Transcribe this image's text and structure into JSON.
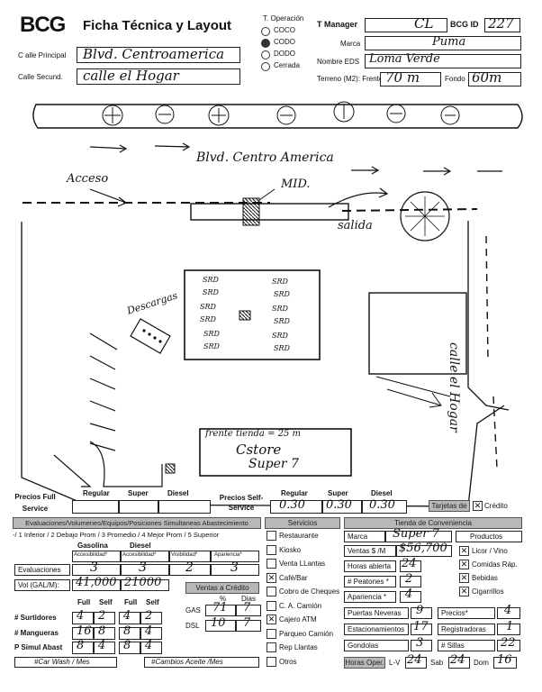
{
  "header": {
    "logo": "BCG",
    "title": "Ficha Técnica y Layout",
    "calle_principal_label": "C alle Principal",
    "calle_principal_value": "Blvd. Centroamerica",
    "calle_secund_label": "Calle Secund.",
    "calle_secund_value": "calle el Hogar",
    "t_operacion_label": "T. Operación",
    "operacion_options": [
      "COCO",
      "CODO",
      "DODO",
      "Cerrada"
    ],
    "t_manager_label": "T Manager",
    "t_manager_value": "CL",
    "bcg_id_label": "BCG ID",
    "bcg_id_value": "227",
    "marca_label": "Marca",
    "marca_value": "Puma",
    "nombre_eds_label": "Nombre EDS",
    "nombre_eds_value": "Loma Verde",
    "terreno_label": "Terreno (M2): Frente",
    "frente_value": "70 m",
    "fondo_label": "Fondo",
    "fondo_value": "60m"
  },
  "layout": {
    "street_top": "Blvd. Centro America",
    "acceso": "Acceso",
    "mid": "MID.",
    "salida": "salida",
    "descargas": "Descargas",
    "srd": "SRD",
    "frente_tienda": "frente tienda = 25 m",
    "cstore": "Cstore",
    "super7": "Super 7",
    "street_right": "calle el Hogar"
  },
  "precios": {
    "full_label": "Precios Full Service",
    "self_label": "Precios Self-Service",
    "headers": [
      "Regular",
      "Super",
      "Diesel"
    ],
    "self_values": [
      "0.30",
      "0.30",
      "0.30"
    ],
    "tarjetas_label": "Tarjetas de",
    "credito_label": "Crédito"
  },
  "evaluaciones": {
    "section_title": "Evaluaciones/Volumenes/Equipos/Posiciones Simultaneas Abastecimiento",
    "scale": "-/ 1 Inferior / 2 Debajo Prom / 3 Promedio / 4 Mejor Prom / 5 Superior",
    "gasolina": "Gasolina",
    "diesel": "Diesel",
    "col_headers": [
      "Accesibilidad*",
      "Accesibilidad*",
      "Visibilidad*",
      "Apariencia*"
    ],
    "evaluaciones_label": "Evaluaciones",
    "eval_values": [
      "3",
      "3",
      "2",
      "3"
    ],
    "vol_label": "Vol (GAL/M):",
    "vol_values": [
      "41,000",
      "21000"
    ],
    "ventas_credito": "Ventas a Crédito",
    "pct": "%",
    "dias": "Dias",
    "gas_label": "GAS",
    "gas_pct": "71",
    "gas_dias": "7",
    "dsl_label": "DSL",
    "dsl_pct": "10",
    "dsl_dias": "7",
    "full": "Full",
    "self": "Self",
    "surtidores_label": "# Surtidores",
    "surtidores": [
      "4",
      "2",
      "4",
      "2"
    ],
    "mangueras_label": "# Mangueras",
    "mangueras": [
      "16",
      "8",
      "8",
      "4"
    ],
    "simul_label": "P Simul Abast",
    "simul": [
      "8",
      "4",
      "8",
      "4"
    ],
    "car_wash": "#Car Wash / Mes",
    "cambios_aceite": "#Cambios Aceite /Mes"
  },
  "servicios": {
    "title": "Servicios",
    "items": [
      "Restaurante",
      "Kiosko",
      "Venta LLantas",
      "Café/Bar",
      "Cobro de Cheques",
      "C. A. Camión",
      "Cajero ATM",
      "Parqueo Camión",
      "Rep Llantas",
      "Otros"
    ],
    "checked": [
      false,
      false,
      false,
      true,
      false,
      false,
      true,
      false,
      false,
      false
    ]
  },
  "tienda": {
    "title": "Tienda de Conveniencia",
    "marca_label": "Marca",
    "marca_value": "Super 7",
    "ventas_label": "Ventas $ /M",
    "ventas_value": "$56,700",
    "horas_abierta_label": "Horas abierta",
    "horas_abierta_value": "24",
    "peatones_label": "# Peatones *",
    "peatones_value": "2",
    "apariencia_label": "Apariencia *",
    "apariencia_value": "4",
    "productos_title": "Productos",
    "productos": [
      "Licor / Vino",
      "Comidas Ráp.",
      "Bebidas",
      "Cigarrillos"
    ],
    "productos_checked": [
      true,
      true,
      true,
      true
    ],
    "puertas_label": "Puertas Neveras",
    "puertas_value": "9",
    "estacionamientos_label": "Estacionamientos",
    "estacionamientos_value": "17",
    "gondolas_label": "Gondolas",
    "gondolas_value": "3",
    "precios_label": "Precios*",
    "precios_value": "4",
    "registradoras_label": "Registradoras",
    "registradoras_value": "1",
    "sillas_label": "# Sillas",
    "sillas_value": "22",
    "horas_oper_label": "Horas Oper.",
    "lv_label": "L-V",
    "lv_value": "24",
    "sab_label": "Sab",
    "sab_value": "24",
    "dom_label": "Dom",
    "dom_value": "16"
  }
}
